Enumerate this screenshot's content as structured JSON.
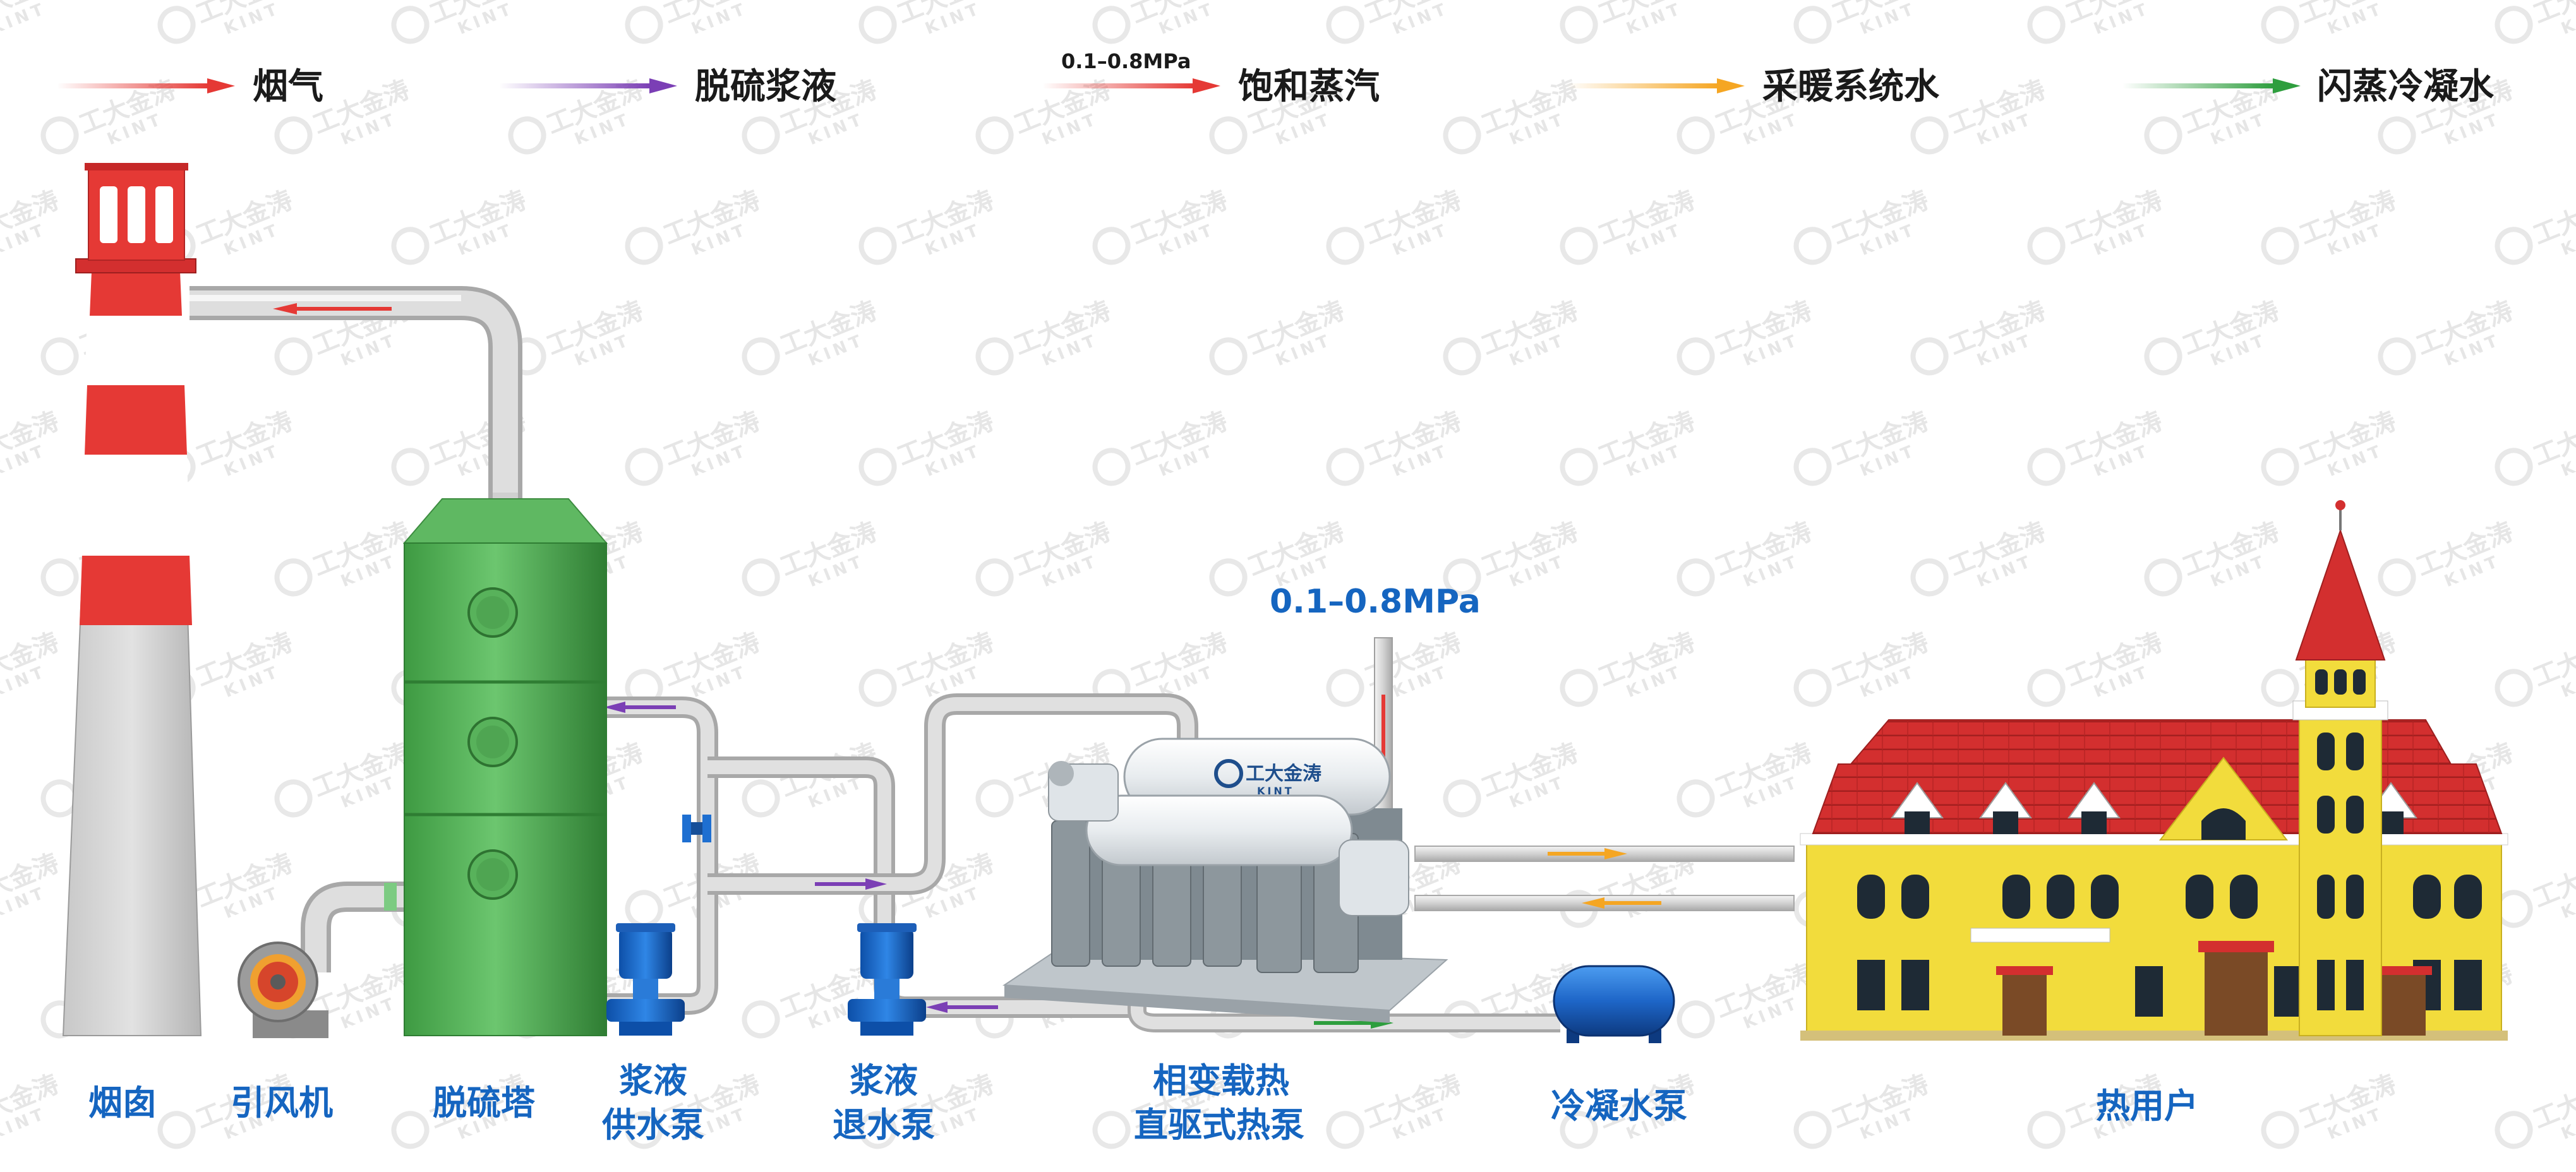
{
  "legend": {
    "flue_gas": "烟气",
    "slurry": "脱硫浆液",
    "steam": "饱和蒸汽",
    "steam_pressure": "0.1–0.8MPa",
    "heating_water": "采暖系统水",
    "condensate": "闪蒸冷凝水"
  },
  "labels": {
    "chimney": "烟囱",
    "fan": "引风机",
    "tower": "脱硫塔",
    "supply_pump_1": "浆液",
    "supply_pump_2": "供水泵",
    "return_pump_1": "浆液",
    "return_pump_2": "退水泵",
    "heat_pump_1": "相变载热",
    "heat_pump_2": "直驱式热泵",
    "condensate_pump": "冷凝水泵",
    "heat_user": "热用户",
    "steam_pressure": "0.1–0.8MPa"
  },
  "logo": {
    "name": "工大金涛",
    "sub": "KINT"
  },
  "watermark": {
    "name": "工大金涛",
    "sub": "KINT"
  },
  "colors": {
    "flue_gas": "#e53935",
    "slurry": "#7b3fb5",
    "steam": "#e53935",
    "heating_water": "#f5a623",
    "condensate": "#2e9e3e",
    "label_blue": "#1565c0",
    "tower_green": "#4caf50",
    "chimney_red": "#e53935",
    "roof_red": "#d32f2f",
    "building_yellow": "#f2dc3c",
    "pump_blue": "#1e6fd1"
  }
}
